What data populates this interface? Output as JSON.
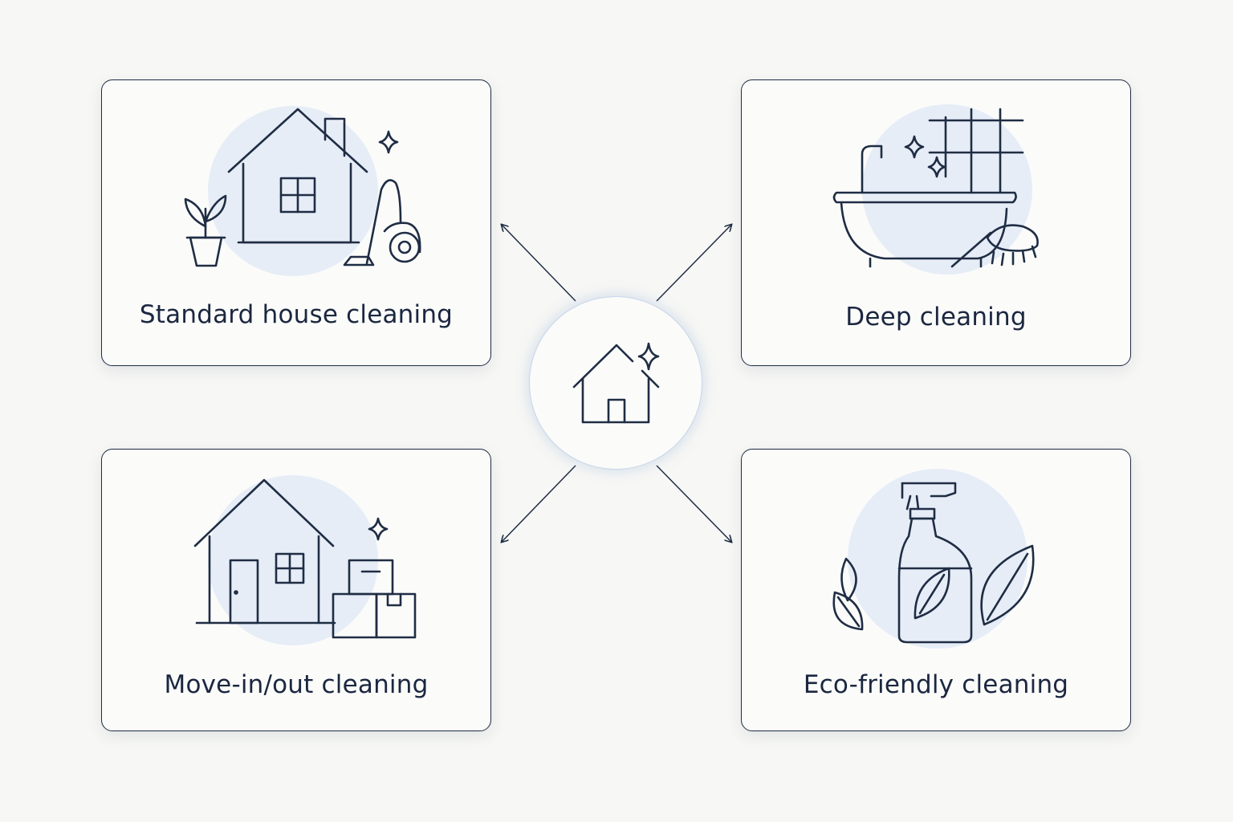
{
  "services": {
    "standard": {
      "label": "Standard house cleaning",
      "icon": "house-vacuum-plant-icon"
    },
    "deep": {
      "label": "Deep cleaning",
      "icon": "bathtub-brush-icon"
    },
    "move": {
      "label": "Move-in/out cleaning",
      "icon": "house-boxes-icon"
    },
    "eco": {
      "label": "Eco-friendly cleaning",
      "icon": "spray-bottle-leaves-icon"
    }
  },
  "hub": {
    "icon": "sparkling-house-icon"
  },
  "colors": {
    "line": "#1f2d44",
    "halo": "#e6edf7",
    "background": "#f7f7f5"
  }
}
